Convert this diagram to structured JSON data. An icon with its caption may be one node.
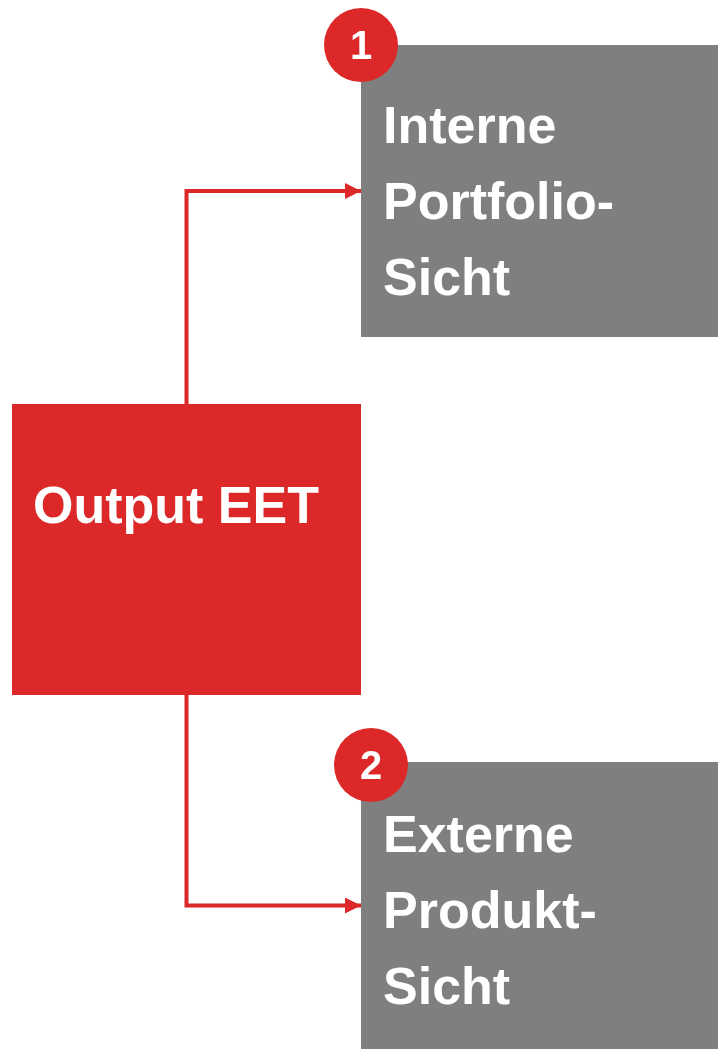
{
  "diagram": {
    "nodes": [
      {
        "text": [
          "Output EET"
        ]
      },
      {
        "text": [
          "Interne Portfolio- Sicht"
        ]
      },
      {
        "text": [
          "1"
        ]
      },
      {
        "text": [
          "Externe Produkt- Sicht"
        ]
      },
      {
        "text": [
          "2"
        ]
      }
    ],
    "edges": [
      {
        "from": 0,
        "to": 1,
        "arrow": "to"
      },
      {
        "from": 0,
        "to": 3,
        "arrow": "to"
      }
    ]
  }
}
